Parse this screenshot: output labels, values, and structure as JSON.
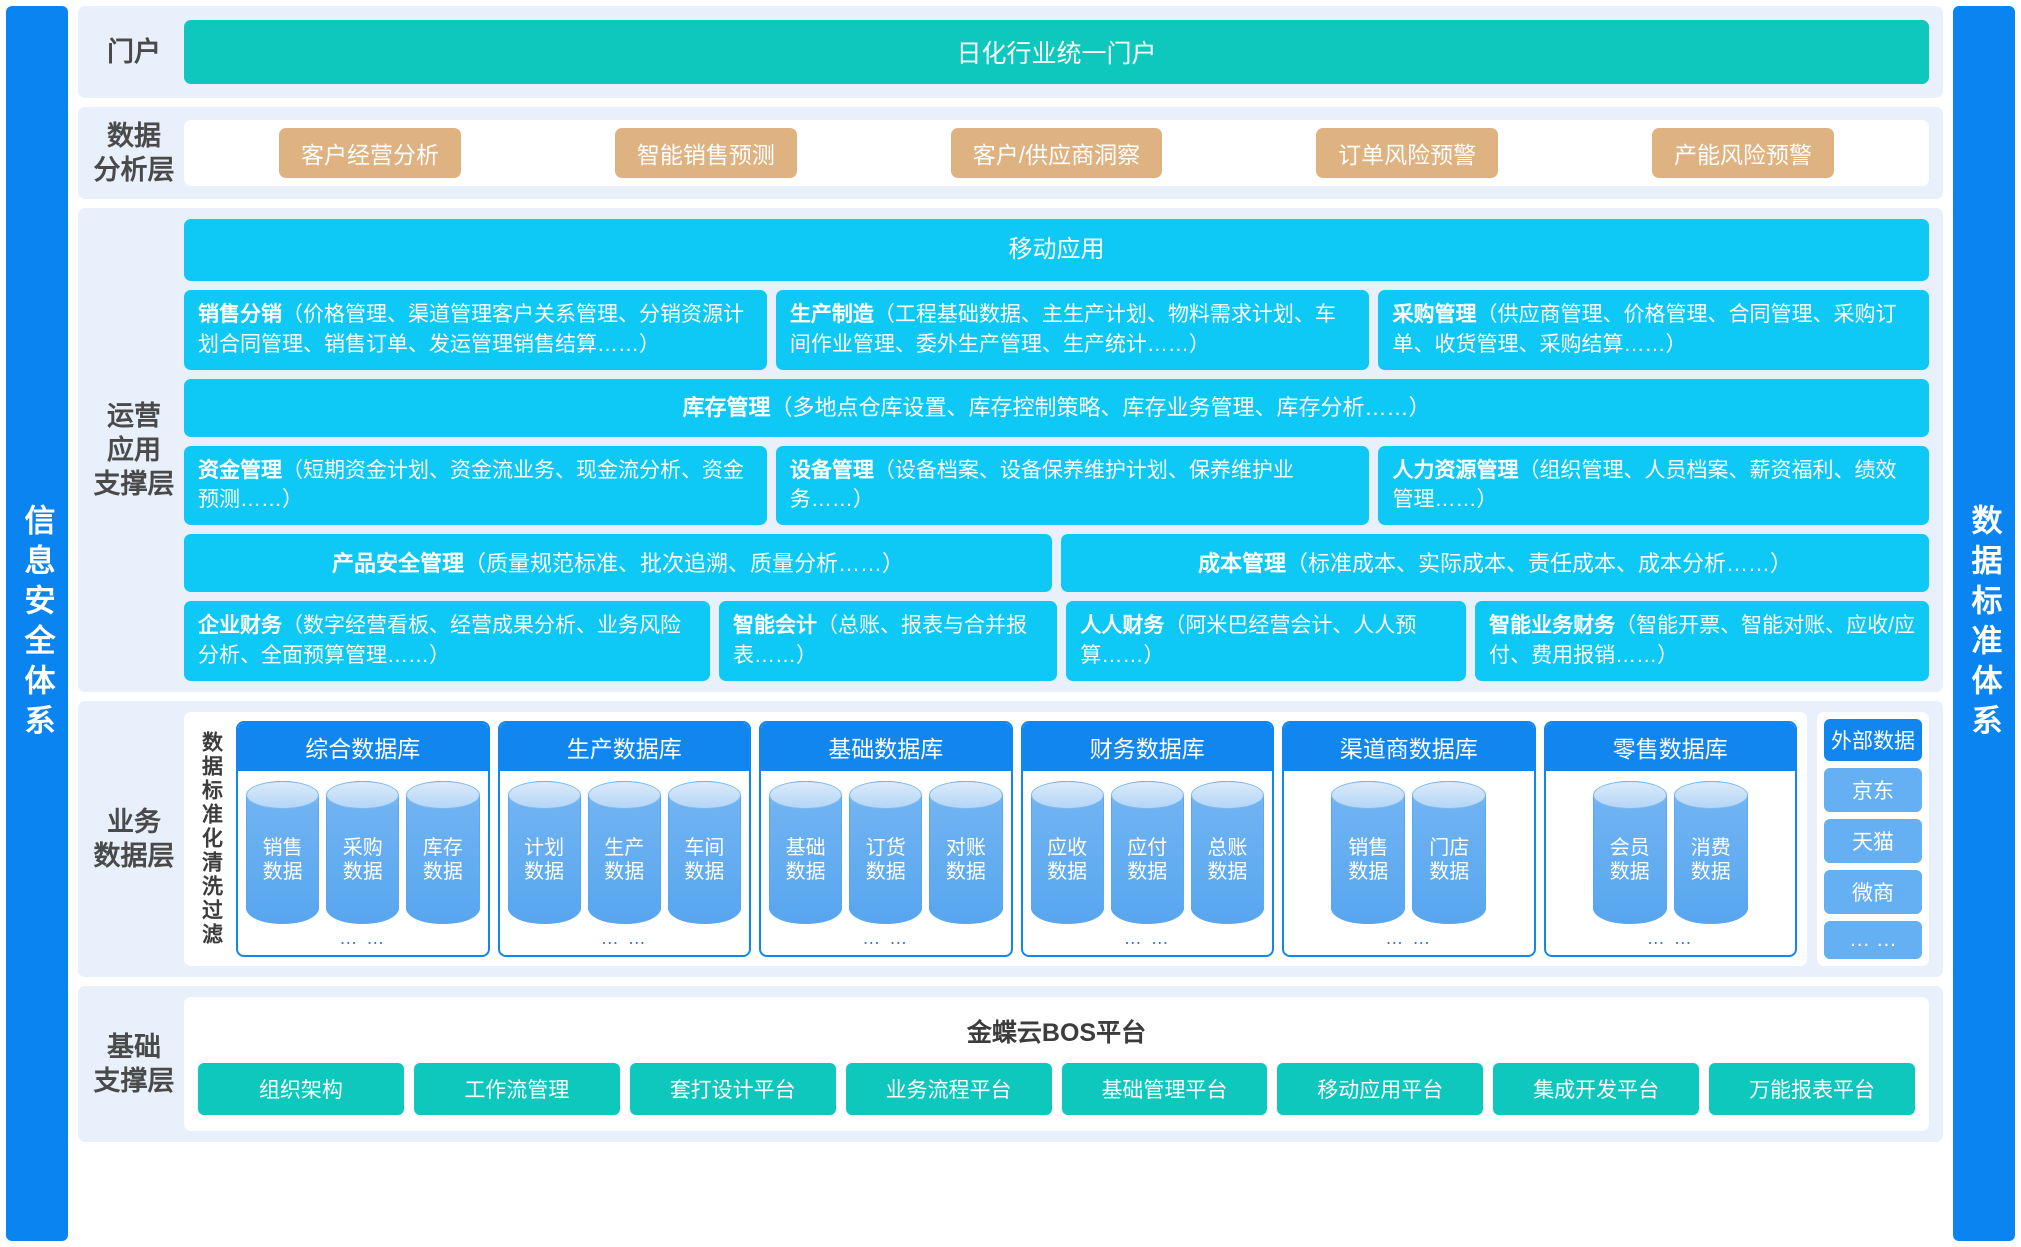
{
  "sidebars": {
    "left": "信息安全体系",
    "right": "数据标准体系"
  },
  "layers": {
    "portal": {
      "label": "门户",
      "bar": "日化行业统一门户"
    },
    "analysis": {
      "label": "数据\n分析层",
      "label_line1": "数据",
      "label_line2": "分析层",
      "chips": [
        "客户经营分析",
        "智能销售预测",
        "客户/供应商洞察",
        "订单风险预警",
        "产能风险预警"
      ]
    },
    "operation": {
      "label_line1": "运营",
      "label_line2": "应用",
      "label_line3": "支撑层",
      "mobile": "移动应用",
      "row1": [
        {
          "title": "销售分销",
          "detail": "（价格管理、渠道管理客户关系管理、分销资源计划合同管理、销售订单、发运管理销售结算……）"
        },
        {
          "title": "生产制造",
          "detail": "（工程基础数据、主生产计划、物料需求计划、车间作业管理、委外生产管理、生产统计……）"
        },
        {
          "title": "采购管理",
          "detail": "（供应商管理、价格管理、合同管理、采购订单、收货管理、采购结算……）"
        }
      ],
      "inventory": {
        "title": "库存管理",
        "detail": "（多地点仓库设置、库存控制策略、库存业务管理、库存分析……）"
      },
      "row2": [
        {
          "title": "资金管理",
          "detail": "（短期资金计划、资金流业务、现金流分析、资金预测……）"
        },
        {
          "title": "设备管理",
          "detail": "（设备档案、设备保养维护计划、保养维护业务……）"
        },
        {
          "title": "人力资源管理",
          "detail": "（组织管理、人员档案、薪资福利、绩效管理……）"
        }
      ],
      "row3": [
        {
          "title": "产品安全管理",
          "detail": "（质量规范标准、批次追溯、质量分析……）"
        },
        {
          "title": "成本管理",
          "detail": "（标准成本、实际成本、责任成本、成本分析……）"
        }
      ],
      "row4": [
        {
          "title": "企业财务",
          "detail": "（数字经营看板、经营成果分析、业务风险分析、全面预算管理……）"
        },
        {
          "title": "智能会计",
          "detail": "（总账、报表与合并报表……）"
        },
        {
          "title": "人人财务",
          "detail": "（阿米巴经营会计、人人预算……）"
        },
        {
          "title": "智能业务财务",
          "detail": "（智能开票、智能对账、应收/应付、费用报销……）"
        }
      ]
    },
    "data": {
      "label_line1": "业务",
      "label_line2": "数据层",
      "clean_strip": "数据标准化清洗过滤",
      "groups": [
        {
          "name": "综合数据库",
          "cylinders": [
            "销售\n数据",
            "采购\n数据",
            "库存\n数据"
          ],
          "cyl1": "销售数据",
          "cyl2": "采购数据",
          "cyl3": "库存数据",
          "dots": "… …"
        },
        {
          "name": "生产数据库",
          "cyl1": "计划数据",
          "cyl2": "生产数据",
          "cyl3": "车间数据",
          "dots": "… …"
        },
        {
          "name": "基础数据库",
          "cyl1": "基础数据",
          "cyl2": "订货数据",
          "cyl3": "对账数据",
          "dots": "… …"
        },
        {
          "name": "财务数据库",
          "cyl1": "应收数据",
          "cyl2": "应付数据",
          "cyl3": "总账数据",
          "dots": "… …"
        },
        {
          "name": "渠道商数据库",
          "cyl1": "销售数据",
          "cyl2": "门店数据",
          "dots": "… …"
        },
        {
          "name": "零售数据库",
          "cyl1": "会员数据",
          "cyl2": "消费数据",
          "dots": "… …"
        }
      ],
      "external": {
        "title": "外部数据",
        "items": [
          "京东",
          "天猫",
          "微商",
          "… …"
        ]
      }
    },
    "base": {
      "label_line1": "基础",
      "label_line2": "支撑层",
      "title": "金蝶云BOS平台",
      "chips": [
        "组织架构",
        "工作流管理",
        "套打设计平台",
        "业务流程平台",
        "基础管理平台",
        "移动应用平台",
        "集成开发平台",
        "万能报表平台"
      ]
    }
  },
  "colors": {
    "sidebar_blue": "#0a84f0",
    "band_bg": "#e8f1fb",
    "portal_teal": "#0ec8bd",
    "analysis_tan": "#dfb282",
    "module_cyan": "#0ec8f5",
    "db_blue": "#1186ef",
    "cylinder_blue": "#58a6ef"
  }
}
